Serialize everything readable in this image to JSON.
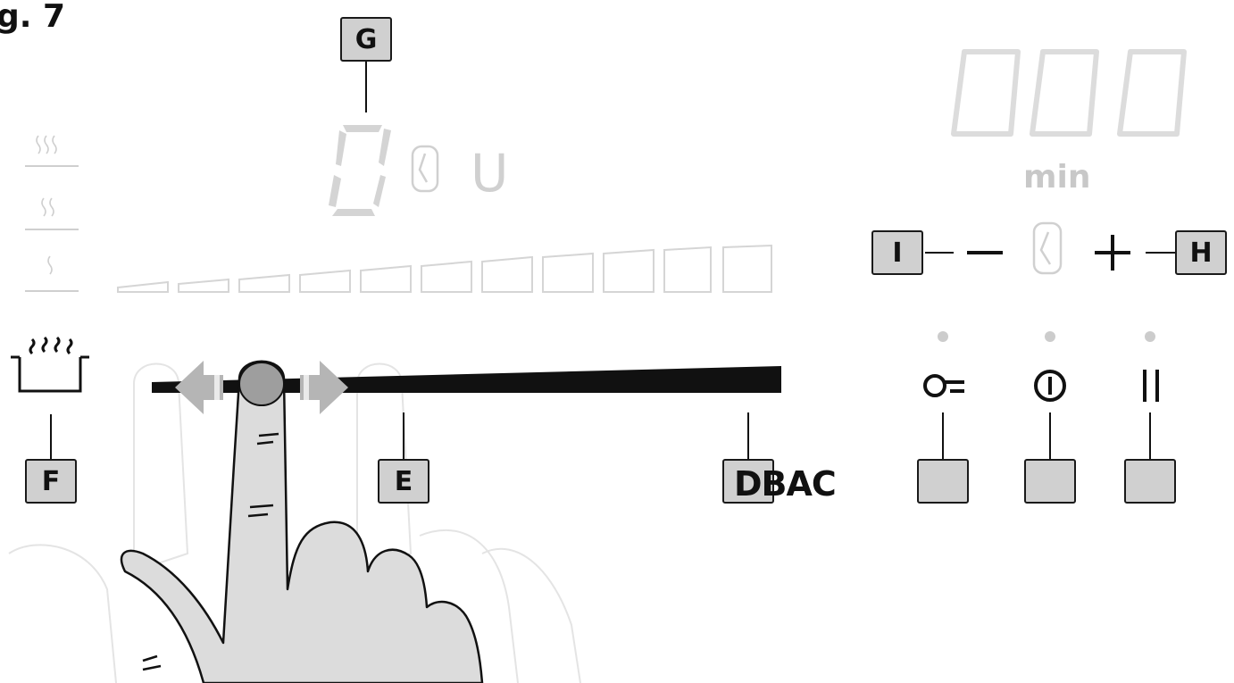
{
  "figure": {
    "title": "g. 7"
  },
  "labels": {
    "g": "G",
    "f": "F",
    "e": "E",
    "i": "I",
    "h": "H",
    "dbac": "DBAC"
  },
  "display": {
    "power_level_digit": "0",
    "power_suffix": "U",
    "timer_unit": "min"
  },
  "icons": {
    "power_level_heat_high": "heat-waves-3-icon",
    "power_level_heat_mid": "heat-waves-2-icon",
    "power_level_heat_low": "heat-wave-1-icon",
    "pot_steam": "pot-steam-icon",
    "key_lock": "key-lock-icon",
    "power_on_off": "power-icon",
    "pause": "pause-icon",
    "timer_clock": "timer-clock-icon",
    "minus": "minus-icon",
    "plus": "plus-icon",
    "slide_finger": "hand-finger-icon"
  },
  "colors": {
    "label_box_fill": "#d0d0d0",
    "faint_segment": "#d8d8d8",
    "slider_bar": "#111111"
  }
}
